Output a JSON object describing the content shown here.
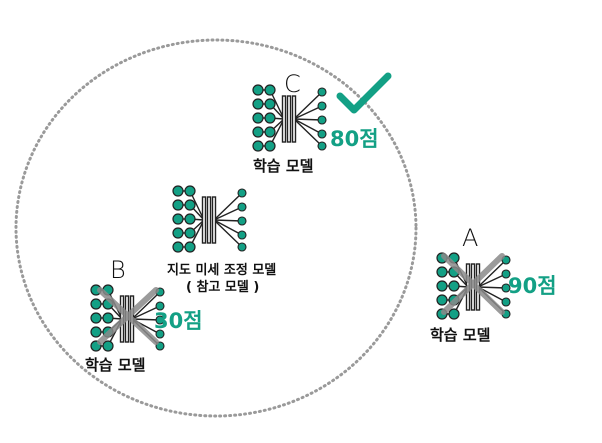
{
  "models": {
    "c": {
      "letter": "C",
      "caption": "학습 모델",
      "score": "80점"
    },
    "b": {
      "letter": "B",
      "caption": "학습 모델",
      "score": "30점"
    },
    "a": {
      "letter": "A",
      "caption": "학습 모델",
      "score": "90점"
    },
    "reference": {
      "caption": "지도 미세 조정 모델",
      "subcaption": "( 참고 모델 )"
    }
  },
  "colors": {
    "node": "#13a085",
    "line": "#222222",
    "accent": "#13a085",
    "cross": "#8a8a8a",
    "circle": "#9a9a9a"
  },
  "icons": {
    "check": "check-icon",
    "cross": "cross-icon",
    "network": "neural-network-icon"
  }
}
